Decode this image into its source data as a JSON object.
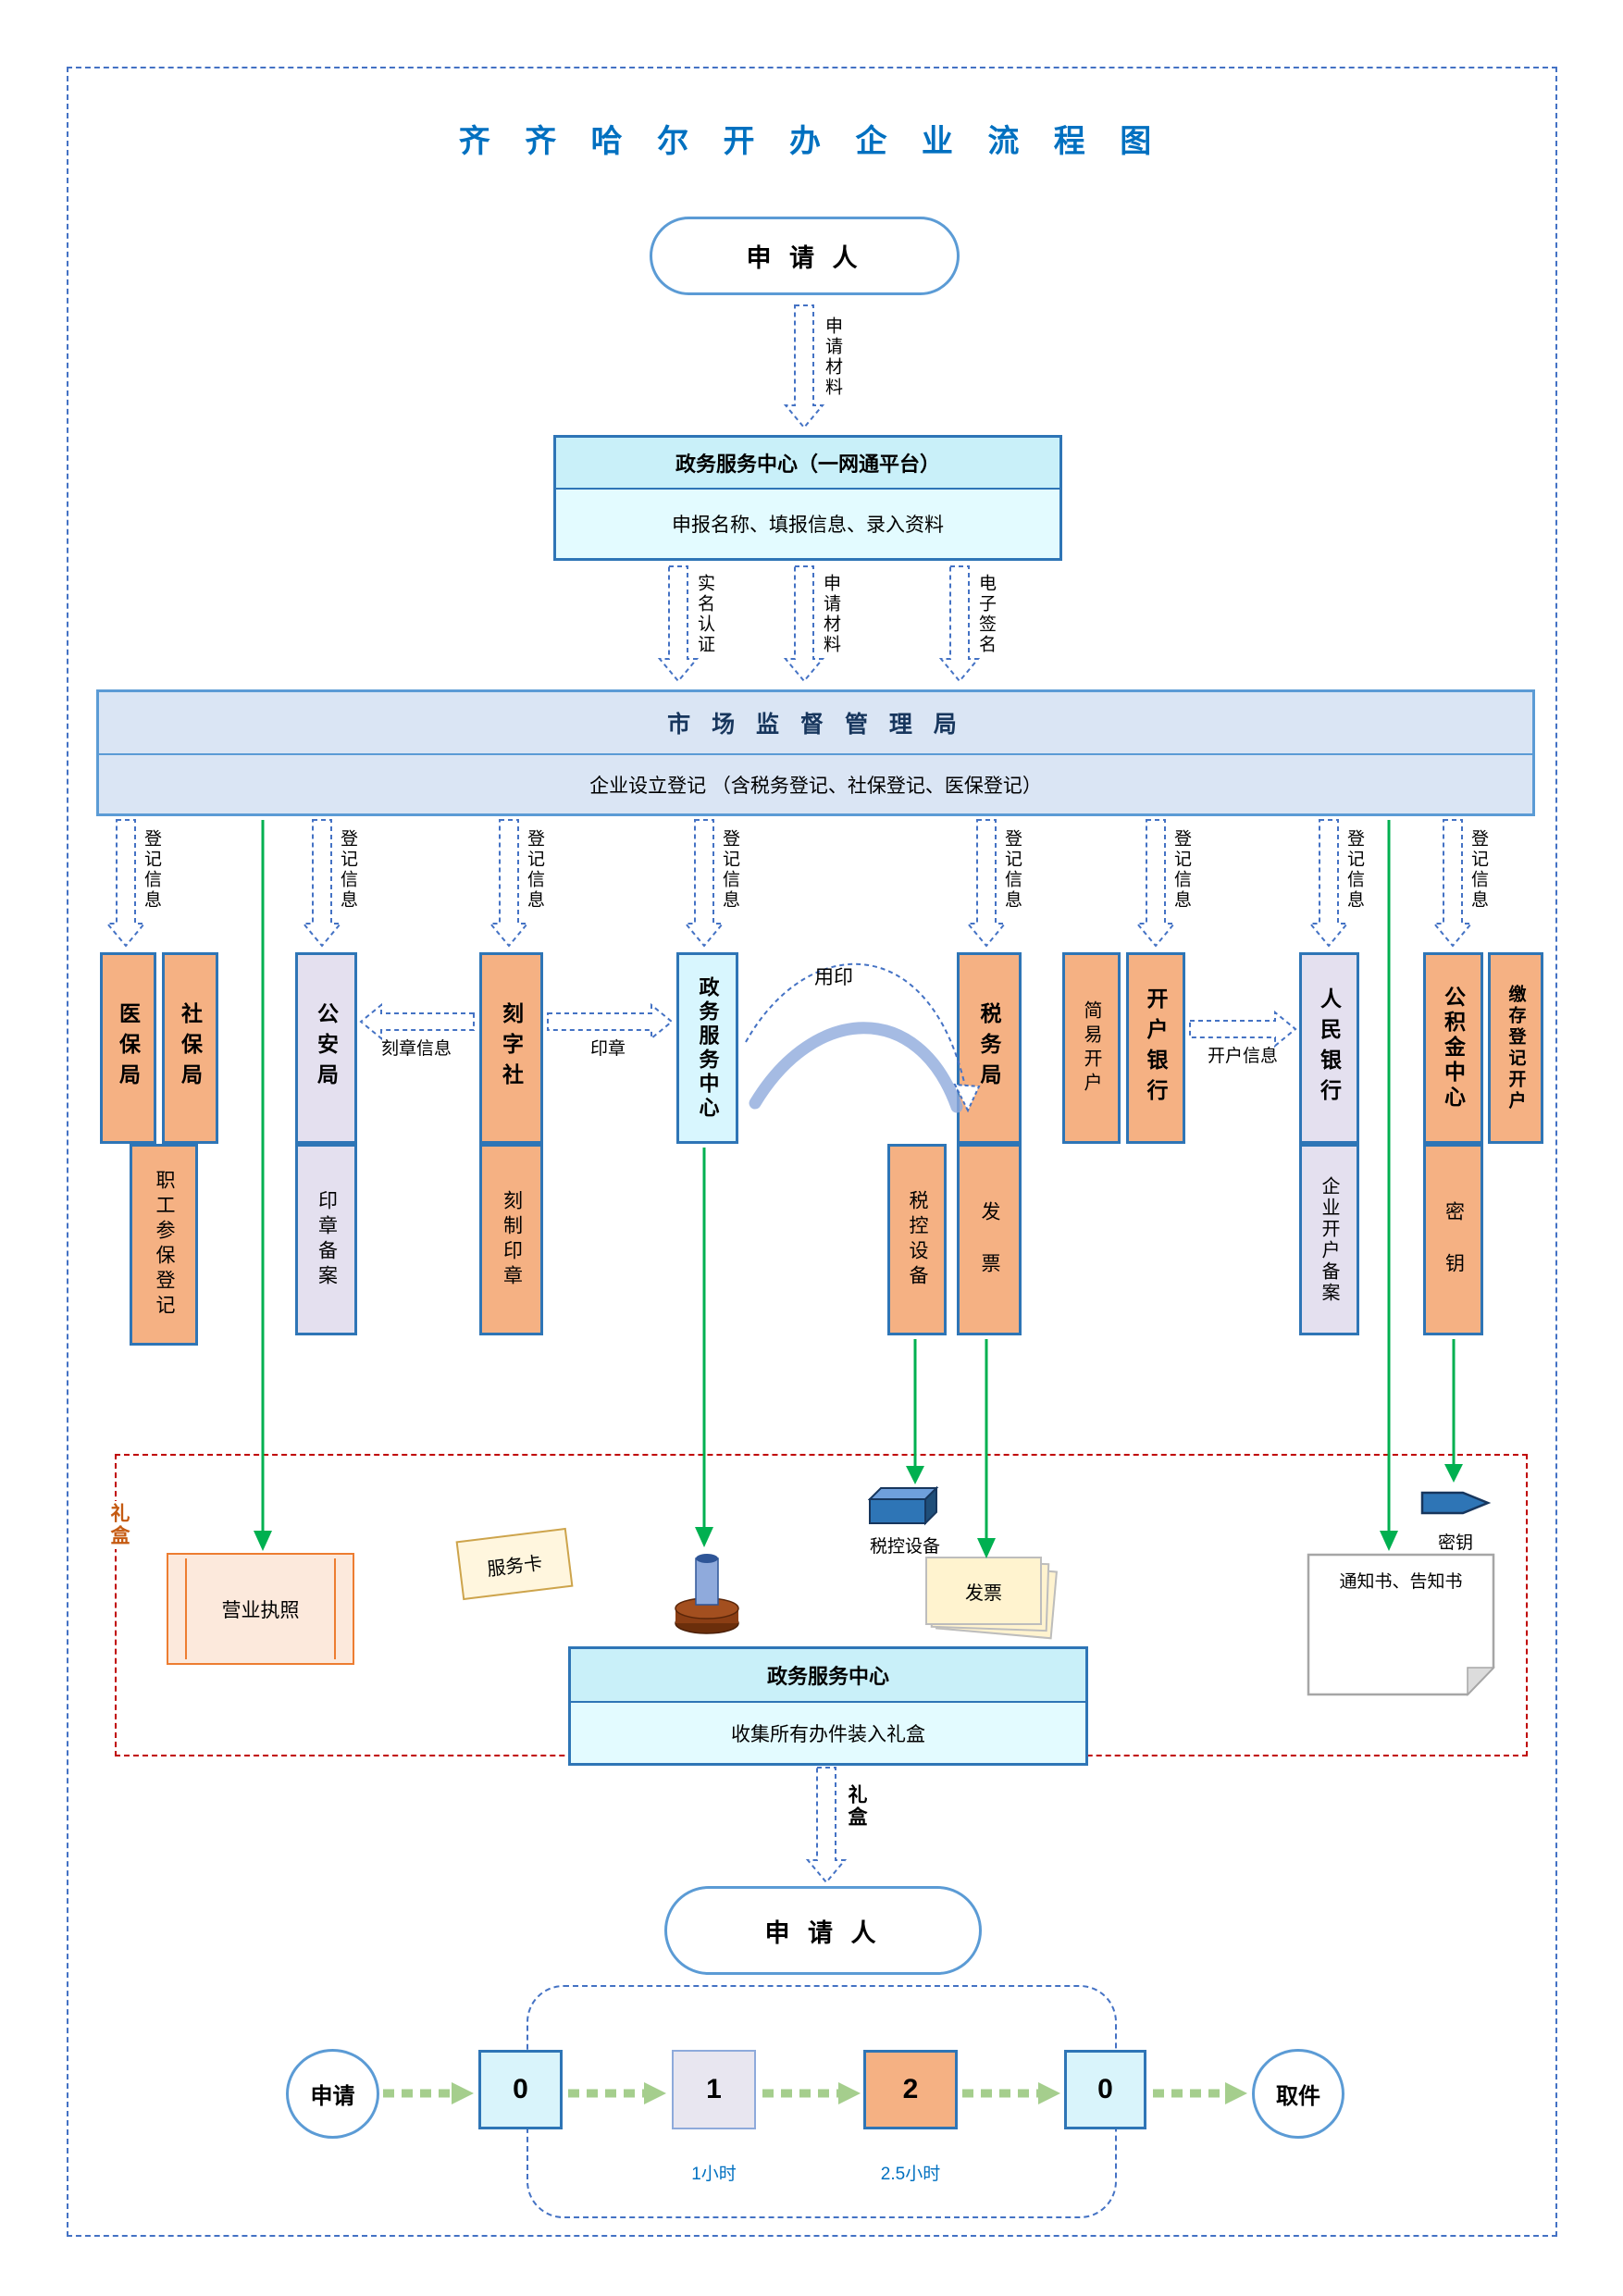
{
  "colors": {
    "accent_blue": "#2E75B6",
    "dashed_arrow_blue": "#4472C4",
    "title_blue": "#0070C0",
    "orange_fill": "#F5B183",
    "lavender_fill": "#E4E0EF",
    "cyan_fill": "#D8F6FE",
    "green_arrow": "#00B050",
    "light_green_arrow": "#A5CE8D",
    "gift_border_red": "#C00000",
    "gift_label_orange": "#C55A11"
  },
  "title": "齐 齐 哈 尔 开 办 企 业 流 程 图",
  "applicant_top": "申 请 人",
  "applicant_bottom": "申 请 人",
  "service_center": {
    "title": "政务服务中心（一网通平台）",
    "body": "申报名称、填报信息、录入资料"
  },
  "market_bureau": {
    "title": "市 场 监 督 管 理 局",
    "body": "企业设立登记 （含税务登记、社保登记、医保登记）"
  },
  "collect_center": {
    "title": "政务服务中心",
    "body": "收集所有办件装入礼盒"
  },
  "flow_labels": {
    "apply_material_top": "申请材料",
    "real_name_auth": "实名认证",
    "apply_material": "申请材料",
    "e_signature": "电子签名",
    "registration_info": "登记信息",
    "seal_carving_info": "刻章信息",
    "seal": "印章",
    "use_seal": "用印",
    "account_opening_info": "开户信息",
    "gift_box_down": "礼盒"
  },
  "departments": {
    "medical_insurance": "医保局",
    "social_insurance": "社保局",
    "employee_enrollment": "职工参保登记",
    "public_security": "公安局",
    "seal_filing": "印章备案",
    "engraving_shop": "刻字社",
    "seal_making": "刻制印章",
    "gov_service_center": "政务服务中心",
    "tax_bureau": "税务局",
    "tax_device": "税控设备",
    "invoice": "发 票",
    "simple_account": "简易开户",
    "account_bank": "开户银行",
    "people_bank": "人民银行",
    "enterprise_account_filing": "企业开户备案",
    "housing_fund_center": "公积金中心",
    "deposit_registration": "缴存登记开户",
    "secret_key": "密 钥"
  },
  "gift_box": {
    "label": "礼盒",
    "business_license": "营业执照",
    "service_card": "服务卡",
    "tax_device": "税控设备",
    "invoice": "发票",
    "secret_key": "密钥",
    "notice": "通知书、告知书"
  },
  "timeline": {
    "start": "申请",
    "end": "取件",
    "steps": [
      "0",
      "1",
      "2",
      "0"
    ],
    "duration_1": "1小时",
    "duration_2": "2.5小时"
  }
}
